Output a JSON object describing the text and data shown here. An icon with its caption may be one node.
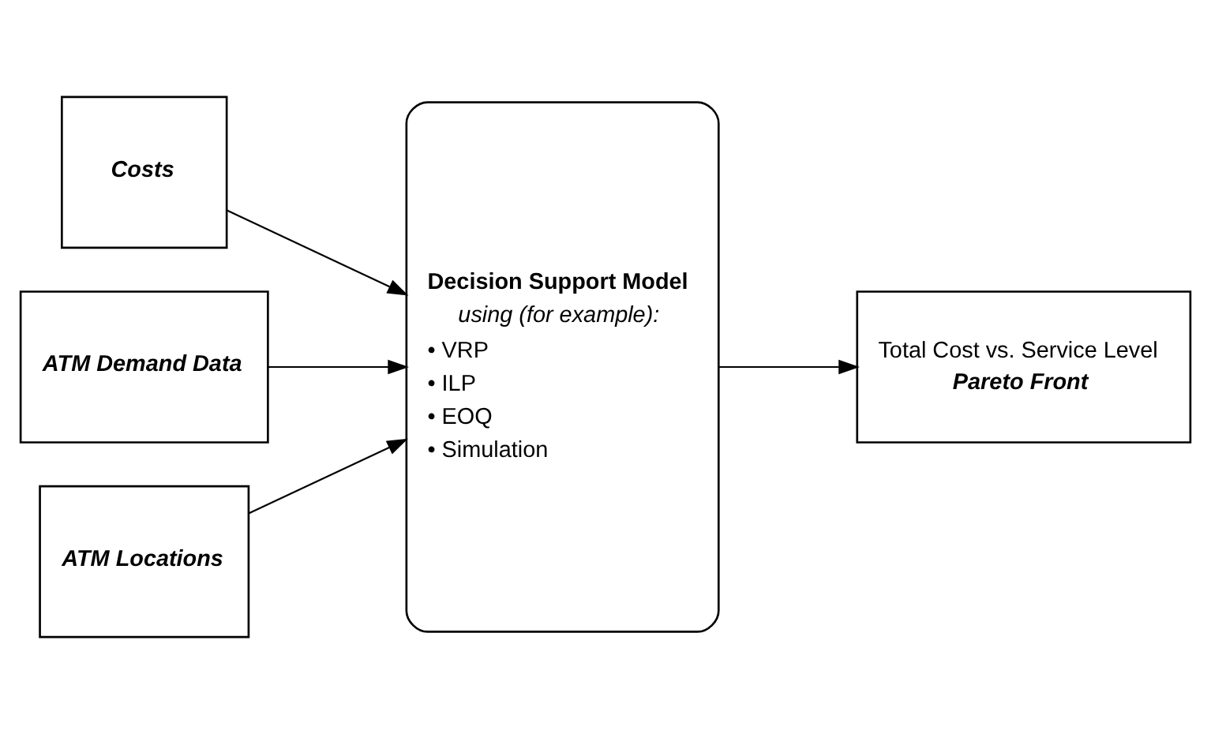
{
  "diagram": {
    "nodes": [
      {
        "text": [
          "Costs"
        ]
      },
      {
        "text": [
          "ATM Demand Data"
        ]
      },
      {
        "text": [
          "ATM Locations"
        ]
      },
      {
        "text": [
          "Decision Support Model",
          "using (for example):",
          "• VRP",
          "• ILP",
          "• EOQ",
          "• Simulation"
        ]
      },
      {
        "text": [
          "Total Cost vs. Service Level",
          "Pareto Front"
        ]
      }
    ],
    "edges": [
      {
        "from": 0,
        "to": 3,
        "arrow": "to"
      },
      {
        "from": 1,
        "to": 3,
        "arrow": "to"
      },
      {
        "from": 2,
        "to": 3,
        "arrow": "to"
      },
      {
        "from": 3,
        "to": 4,
        "arrow": "to"
      }
    ]
  }
}
